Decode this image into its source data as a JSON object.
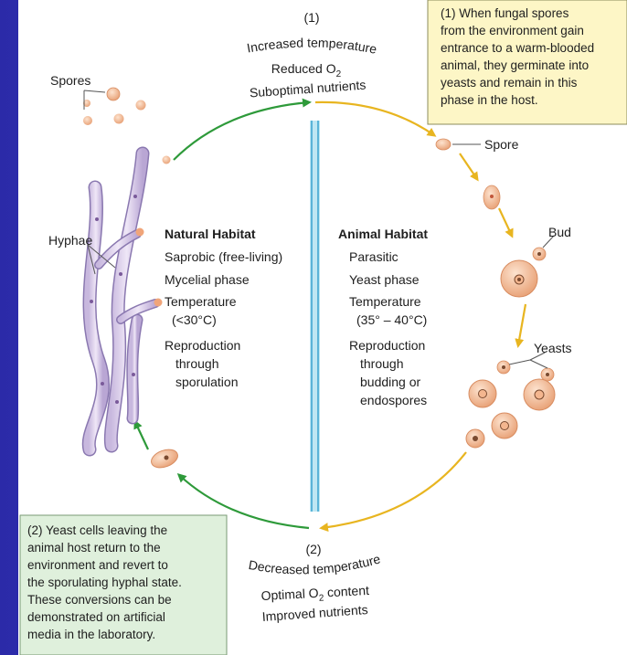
{
  "cycle": {
    "top_marker": "(1)",
    "top_conditions": [
      "Increased temperature",
      "Reduced O",
      "Suboptimal nutrients"
    ],
    "oxygen_subscript": "2",
    "bottom_marker": "(2)",
    "bottom_conditions": [
      "Decreased temperature",
      "Optimal O",
      "Improved nutrients"
    ],
    "bottom_conditions_suffix": " content"
  },
  "labels": {
    "spores": "Spores",
    "hyphae": "Hyphae",
    "spore": "Spore",
    "bud": "Bud",
    "yeasts": "Yeasts"
  },
  "natural": {
    "heading": "Natural Habitat",
    "lines": [
      "Saprobic (free-living)",
      "Mycelial phase",
      "Temperature",
      "(<30°C)",
      "Reproduction",
      "through",
      "sporulation"
    ]
  },
  "animal": {
    "heading": "Animal Habitat",
    "lines": [
      "Parasitic",
      "Yeast phase",
      "Temperature",
      "(35° – 40°C)",
      "Reproduction",
      "through",
      "budding or",
      "endospores"
    ]
  },
  "note1": {
    "lines": [
      "(1) When fungal spores",
      "from the environment gain",
      "entrance to a warm-blooded",
      "animal, they germinate into",
      "yeasts and remain in this",
      "phase in the host."
    ]
  },
  "note2": {
    "lines": [
      "(2) Yeast cells leaving the",
      "animal host return to the",
      "environment and revert to",
      "the sporulating hyphal state.",
      "These conversions can be",
      "demonstrated on artificial",
      "media in the laboratory."
    ]
  },
  "colors": {
    "background": "#3c46c8",
    "arrow_green": "#2e9a3a",
    "arrow_yellow": "#e8b520",
    "note1_fill": "#fdf6c6",
    "note2_fill": "#dff0dc",
    "divider": "#3aa3cf"
  }
}
